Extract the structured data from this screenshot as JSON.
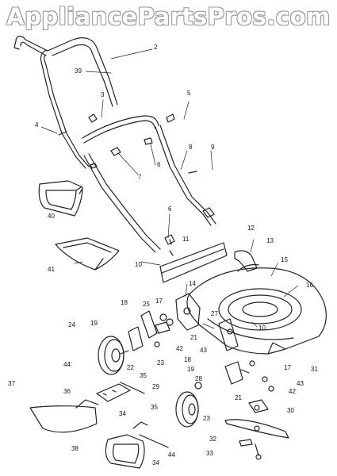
{
  "watermark": "AppliancePartsPros.com",
  "callouts": [
    "2",
    "39",
    "3",
    "5",
    "4",
    "8",
    "9",
    "6",
    "7",
    "40",
    "6",
    "11",
    "12",
    "13",
    "10",
    "41",
    "15",
    "16",
    "14",
    "18",
    "25",
    "17",
    "19",
    "27",
    "24",
    "10",
    "21",
    "22",
    "23",
    "42",
    "43",
    "18",
    "44",
    "19",
    "17",
    "43",
    "36",
    "35",
    "28",
    "42",
    "37",
    "21",
    "29",
    "34",
    "30",
    "35",
    "23",
    "31",
    "32",
    "44",
    "38",
    "34",
    "33"
  ]
}
